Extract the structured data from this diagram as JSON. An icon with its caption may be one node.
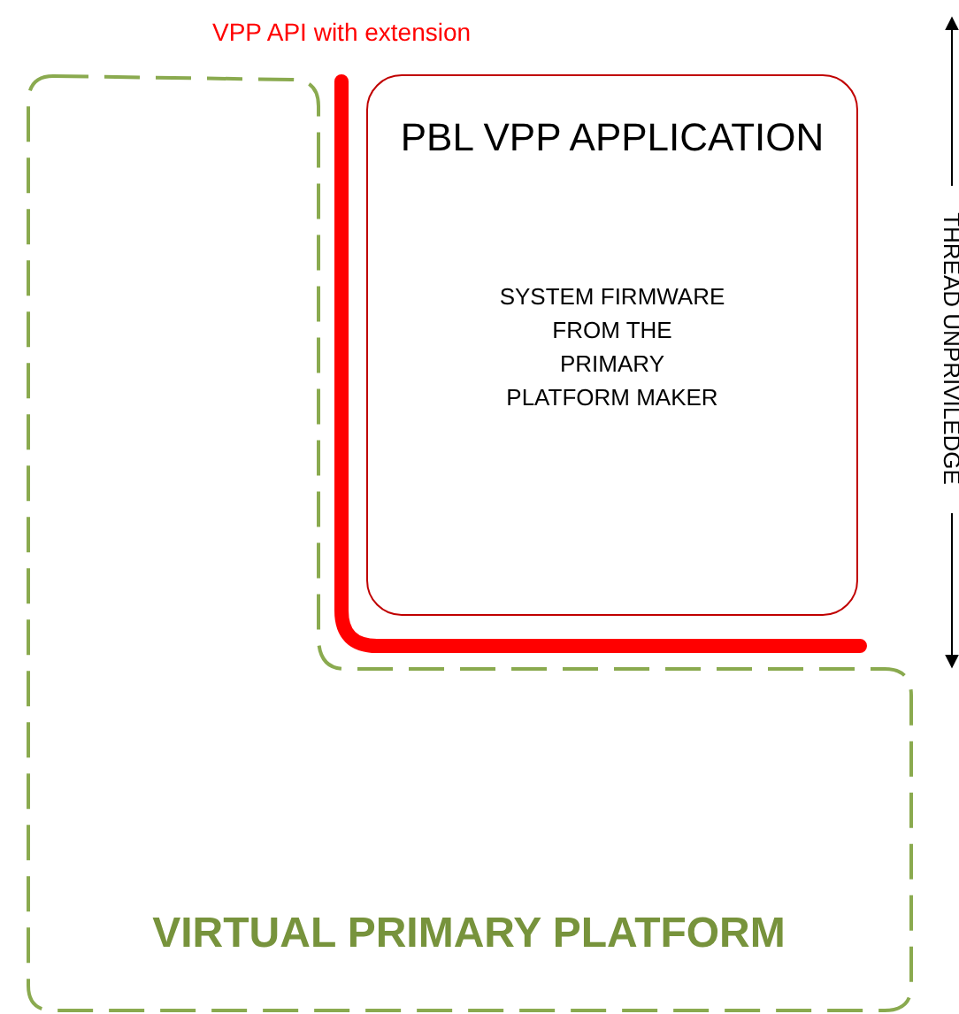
{
  "diagram": {
    "nodes": [
      {
        "text": [
          "VIRTUAL PRIMARY PLATFORM"
        ]
      },
      {
        "text": [
          "PBL VPP APPLICATION",
          "SYSTEM FIRMWARE FROM THE PRIMARY PLATFORM MAKER"
        ]
      }
    ],
    "labels": [
      "VPP API with extension",
      "THREAD UNPRIVILEDGE"
    ]
  }
}
